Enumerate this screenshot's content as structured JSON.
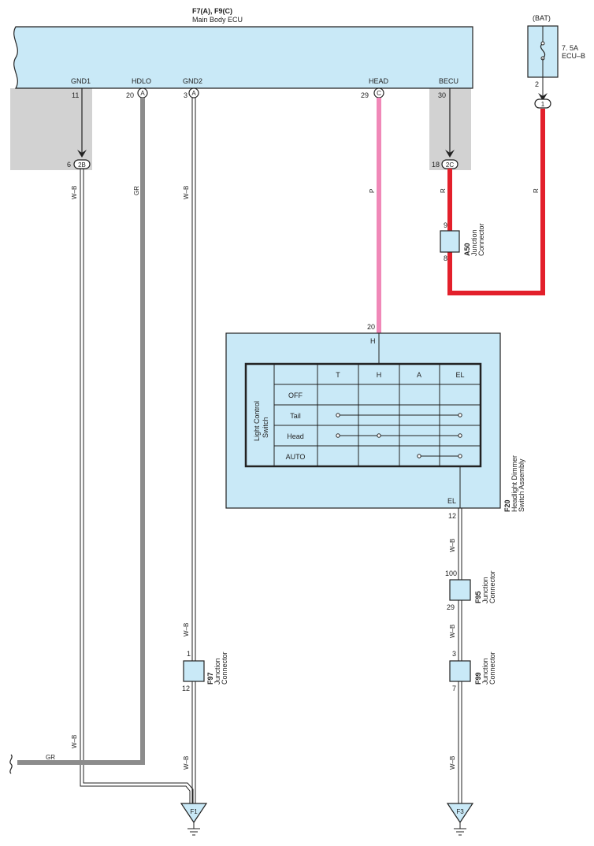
{
  "ecu": {
    "code": "F7(A), F9(C)",
    "name": "Main Body ECU",
    "pins": {
      "gnd1": "GND1",
      "hdlo": "HDLO",
      "gnd2": "GND2",
      "head": "HEAD",
      "becu": "BECU"
    },
    "pin_numbers": {
      "gnd1": "11",
      "hdlo": "20",
      "gnd2": "3",
      "head": "29",
      "becu": "30"
    },
    "connectors": {
      "hdlo": "A",
      "gnd2": "A",
      "head": "C"
    }
  },
  "ground_points": {
    "g2b": {
      "pin": "6",
      "code": "2B"
    },
    "g2c": {
      "pin": "18",
      "code": "2C"
    }
  },
  "battery": {
    "label": "(BAT)",
    "fuse": "7. 5A",
    "fuse_name": "ECU–B",
    "pin": "2",
    "conn": "1"
  },
  "wire_colors": {
    "wb": "W–B",
    "gr": "GR",
    "p": "P",
    "r": "R"
  },
  "colors": {
    "ecu_fill": "#c9e9f7",
    "pink": "#f088b8",
    "red": "#e3202b",
    "gray": "#8c8c8c",
    "shade": "#d2d2d2"
  },
  "a50": {
    "code": "A50",
    "name": "Junction\nConnector",
    "name1": "Junction",
    "name2": "Connector",
    "pin_top": "9",
    "pin_bottom": "8"
  },
  "f20": {
    "code": "F20",
    "name1": "Headlight Dimmer",
    "name2": "Switch Assembly",
    "pin_top": "20",
    "pin_top_label": "H",
    "pin_bottom": "12",
    "pin_bottom_label": "EL",
    "switch_title1": "Light Control",
    "switch_title2": "Switch",
    "columns": [
      "T",
      "H",
      "A",
      "EL"
    ],
    "rows": [
      "OFF",
      "Tail",
      "Head",
      "AUTO"
    ]
  },
  "f95": {
    "code": "F95",
    "name1": "Junction",
    "name2": "Connector",
    "pin_top": "100",
    "pin_bottom": "29"
  },
  "f99": {
    "code": "F99",
    "name1": "Junction",
    "name2": "Connector",
    "pin_top": "3",
    "pin_bottom": "7"
  },
  "f97": {
    "code": "F97",
    "name1": "Junction",
    "name2": "Connector",
    "pin_top": "1",
    "pin_bottom": "12"
  },
  "grounds": {
    "left": "F1",
    "right": "F3"
  }
}
